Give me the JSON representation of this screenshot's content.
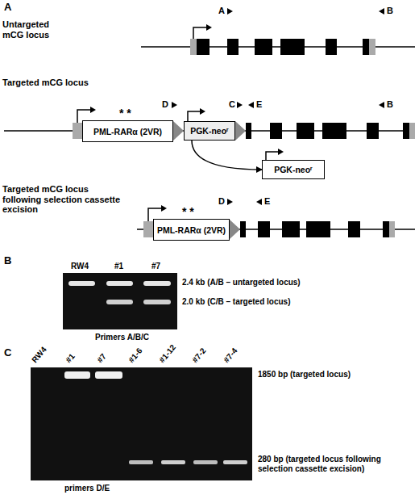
{
  "diagram": {
    "nodes": [
      {
        "text": [
          "PML-RARα (2VR)"
        ]
      },
      {
        "text": [
          "PGK-neoʳ"
        ]
      },
      {
        "text": [
          "PGK-neoʳ"
        ]
      },
      {
        "text": [
          "PML-RARα (2VR)"
        ]
      }
    ],
    "edges": [
      {
        "from": 1,
        "to": 2,
        "arrow": "to"
      }
    ],
    "labels": [
      "A",
      "Untargeted mCG locus",
      "A",
      "B",
      "Targeted mCG locus",
      "* *",
      "D",
      "C",
      "E",
      "B",
      "Targeted mCG locus following selection cassette excision",
      "* *",
      "D",
      "E",
      "B",
      "RW4",
      "#1",
      "#7",
      "2.4 kb (A/B – untargeted locus)",
      "2.0 kb (C/B – targeted locus)",
      "Primers A/B/C",
      "C",
      "RW4",
      "#1",
      "#7",
      "#1-6",
      "#1-12",
      "#7-2",
      "#7-4",
      "1850 bp (targeted locus)",
      "280 bp (targeted locus following selection cassette excision)",
      "primers D/E"
    ]
  }
}
